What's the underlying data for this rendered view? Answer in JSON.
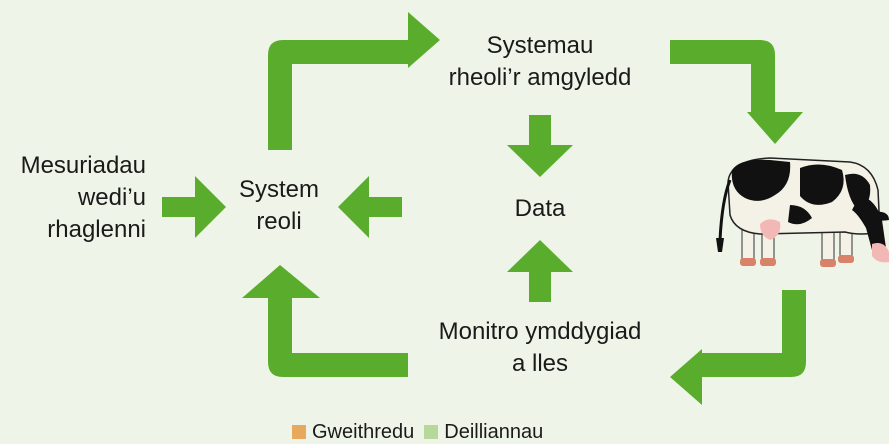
{
  "nodes": {
    "programmed_measurements": {
      "line1": "Mesuriadau",
      "line2": "wedi’u",
      "line3": "rhaglenni"
    },
    "control_system": {
      "line1": "System",
      "line2": "reoli"
    },
    "environment_control": {
      "line1": "Systemau",
      "line2": "rheoli’r amgyledd"
    },
    "data": {
      "line1": "Data"
    },
    "monitoring": {
      "line1": "Monitro ymddygiad",
      "line2": "a lles"
    }
  },
  "legend": [
    {
      "label": "Gweithredu",
      "color": "#e8a95c"
    },
    {
      "label": "Deilliannau",
      "color": "#b6d99b"
    }
  ],
  "colors": {
    "arrow": "#5aad2c",
    "background": "#eef5e8"
  },
  "images": {
    "cow": "cow-illustration"
  }
}
